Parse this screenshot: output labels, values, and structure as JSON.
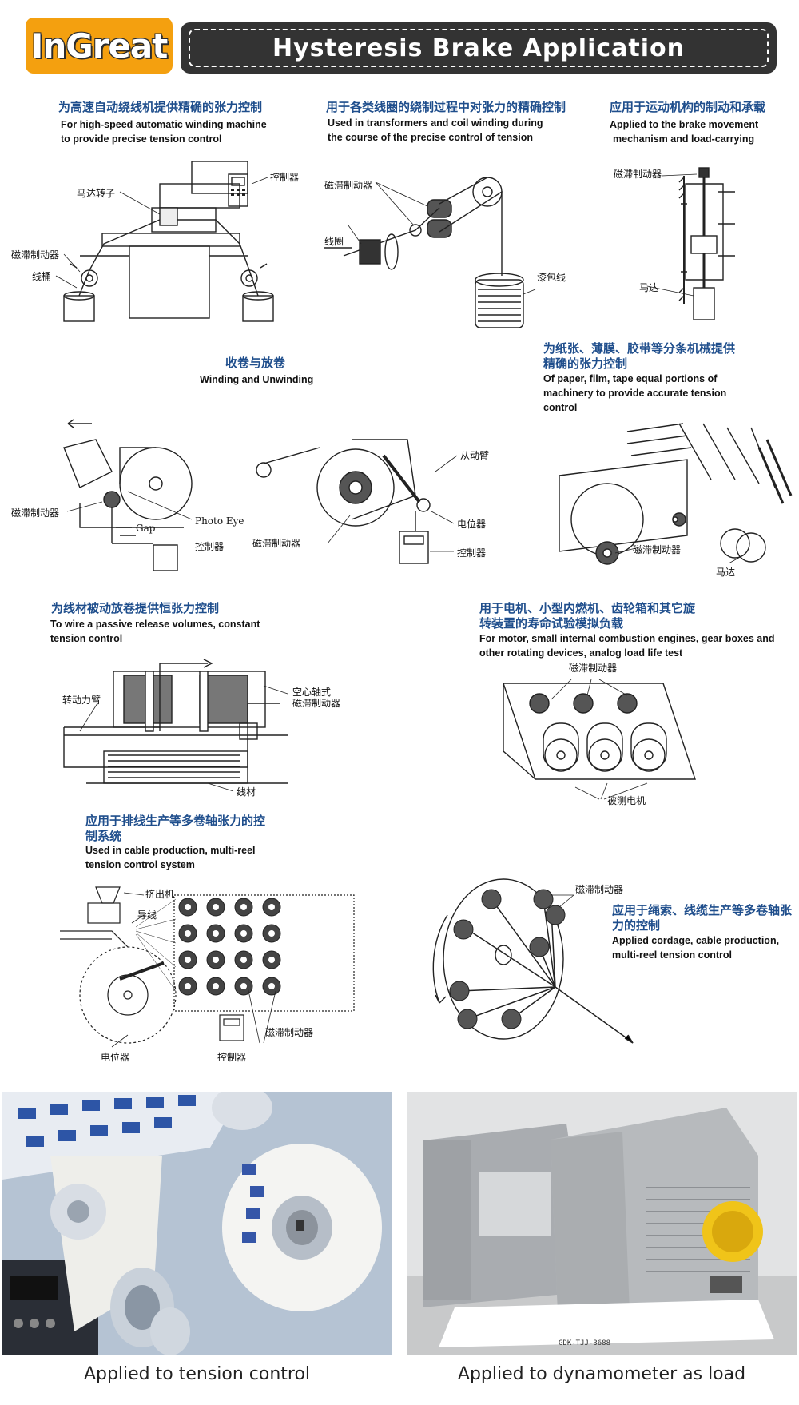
{
  "logo": "InGreat",
  "title": "Hysteresis Brake Application",
  "sections": {
    "s1": {
      "zh": "为高速自动绕线机提供精确的张力控制",
      "en1": "For high-speed automatic winding machine",
      "en2": "to provide precise tension control",
      "labels": {
        "controller": "控制器",
        "rotor": "马达转子",
        "brake": "磁滞制动器",
        "bucket": "线桶"
      }
    },
    "s2": {
      "zh": "用于各类线圈的绕制过程中对张力的精确控制",
      "en1": "Used in transformers and coil winding during",
      "en2": "the course of the precise control of tension",
      "labels": {
        "brake": "磁滞制动器",
        "coil": "线圈",
        "wire": "漆包线"
      }
    },
    "s3": {
      "zh": "应用于运动机构的制动和承载",
      "en1": "Applied to the brake movement",
      "en2": "mechanism and load-carrying",
      "labels": {
        "brake": "磁滞制动器",
        "motor": "马达"
      }
    },
    "s4": {
      "zh": "收卷与放卷",
      "en1": "Winding and Unwinding",
      "labels": {
        "brake": "磁滞制动器",
        "photo_eye": "Photo Eye",
        "gap": "Gap",
        "controller": "控制器",
        "brake2": "磁滞制动器",
        "follower_arm": "从动臂",
        "potentiometer": "电位器",
        "controller2": "控制器"
      }
    },
    "s5": {
      "zh1": "为纸张、薄膜、胶带等分条机械提供",
      "zh2": "精确的张力控制",
      "en1": "Of paper, film, tape equal portions of",
      "en2": "machinery to provide accurate tension",
      "en3": "control",
      "labels": {
        "brake": "磁滞制动器",
        "motor": "马达"
      }
    },
    "s6": {
      "zh": "为线材被动放卷提供恒张力控制",
      "en1": "To wire a passive release volumes, constant",
      "en2": "tension control",
      "labels": {
        "hollow1": "空心轴式",
        "hollow2": "磁滞制动器",
        "arm": "转动力臂",
        "wire": "线材"
      }
    },
    "s7": {
      "zh1": "用于电机、小型内燃机、齿轮箱和其它旋",
      "zh2": "转装置的寿命试验模拟负载",
      "en1": "For motor, small internal combustion engines, gear boxes and",
      "en2": "other rotating devices, analog load life test",
      "labels": {
        "brake": "磁滞制动器",
        "tested": "被测电机"
      }
    },
    "s8": {
      "zh1": "应用于排线生产等多卷轴张力的控",
      "zh2": "制系统",
      "en1": "Used in cable production, multi-reel",
      "en2": "tension control system",
      "labels": {
        "extruder": "挤出机",
        "guide": "导线",
        "brake": "磁滞制动器",
        "potentiometer": "电位器",
        "controller": "控制器"
      }
    },
    "s9": {
      "zh1": "应用于绳索、线缆生产等多卷轴张",
      "zh2": "力的控制",
      "en1": "Applied cordage, cable production,",
      "en2": "multi-reel tension control",
      "labels": {
        "brake": "磁滞制动器"
      }
    }
  },
  "photos": {
    "left_caption": "Applied to tension control",
    "right_caption": "Applied to dynamometer as load",
    "right_plate": "GDK-TJJ-3688"
  },
  "colors": {
    "accent": "#f4a00f",
    "banner": "#333333",
    "heading": "#1f4e8c"
  }
}
